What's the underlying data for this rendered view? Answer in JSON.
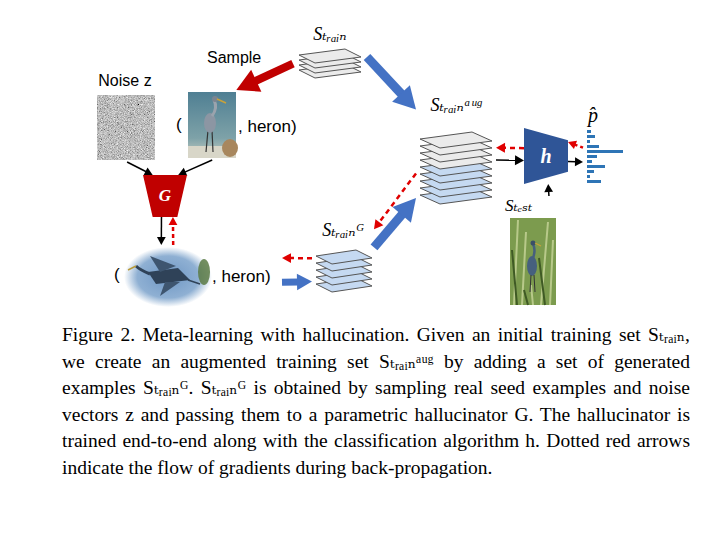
{
  "diagram": {
    "caption": "Figure 2. Meta-learning with hallucination. Given an initial training set Sₜᵣₐᵢₙ, we create an augmented training set Sₜᵣₐᵢₙᵃᵘᵍ by adding a set of generated examples Sₜᵣₐᵢₙᴳ. Sₜᵣₐᵢₙᴳ is obtained by sampling real seed examples and noise vectors z and passing them to a parametric hallucinator G. The hallucinator is trained end-to-end along with the classification algorithm h. Dotted red arrows indicate the flow of gradients during back-propagation.",
    "nodes": [
      {
        "text": [
          "Sₜᵣₐᵢₙ"
        ]
      },
      {
        "text": [
          "(",
          ", heron)"
        ]
      },
      {
        "text": [
          "Noise z"
        ]
      },
      {
        "text": [
          "G"
        ]
      },
      {
        "text": [
          "Sₜᵣₐᵢₙᵃᵘᵍ"
        ]
      },
      {
        "text": [
          "h"
        ]
      },
      {
        "text": [
          "p̂"
        ]
      },
      {
        "text": [
          "Sₜₑₛₜ"
        ]
      },
      {
        "text": [
          "Sₜᵣₐᵢₙᴳ"
        ]
      },
      {
        "text": [
          "(",
          ", heron)"
        ]
      }
    ],
    "edges": [
      {
        "from": 0,
        "to": 1,
        "label": "Sample",
        "arrow": "to"
      },
      {
        "from": 2,
        "to": 3,
        "arrow": "to"
      },
      {
        "from": 1,
        "to": 3,
        "arrow": "to"
      },
      {
        "from": 3,
        "to": 9,
        "arrow": "to"
      },
      {
        "from": 9,
        "to": 8,
        "arrow": "to"
      },
      {
        "from": 0,
        "to": 4,
        "arrow": "to"
      },
      {
        "from": 8,
        "to": 4,
        "arrow": "to"
      },
      {
        "from": 4,
        "to": 5,
        "arrow": "to"
      },
      {
        "from": 7,
        "to": 5,
        "arrow": "to"
      },
      {
        "from": 5,
        "to": 6,
        "arrow": "to"
      },
      {
        "from": 5,
        "to": 4,
        "arrow": "to"
      },
      {
        "from": 4,
        "to": 8,
        "arrow": "to"
      },
      {
        "from": 8,
        "to": 9,
        "arrow": "to"
      },
      {
        "from": 9,
        "to": 3,
        "arrow": "to"
      },
      {
        "from": 6,
        "to": 5,
        "arrow": "to"
      }
    ]
  }
}
